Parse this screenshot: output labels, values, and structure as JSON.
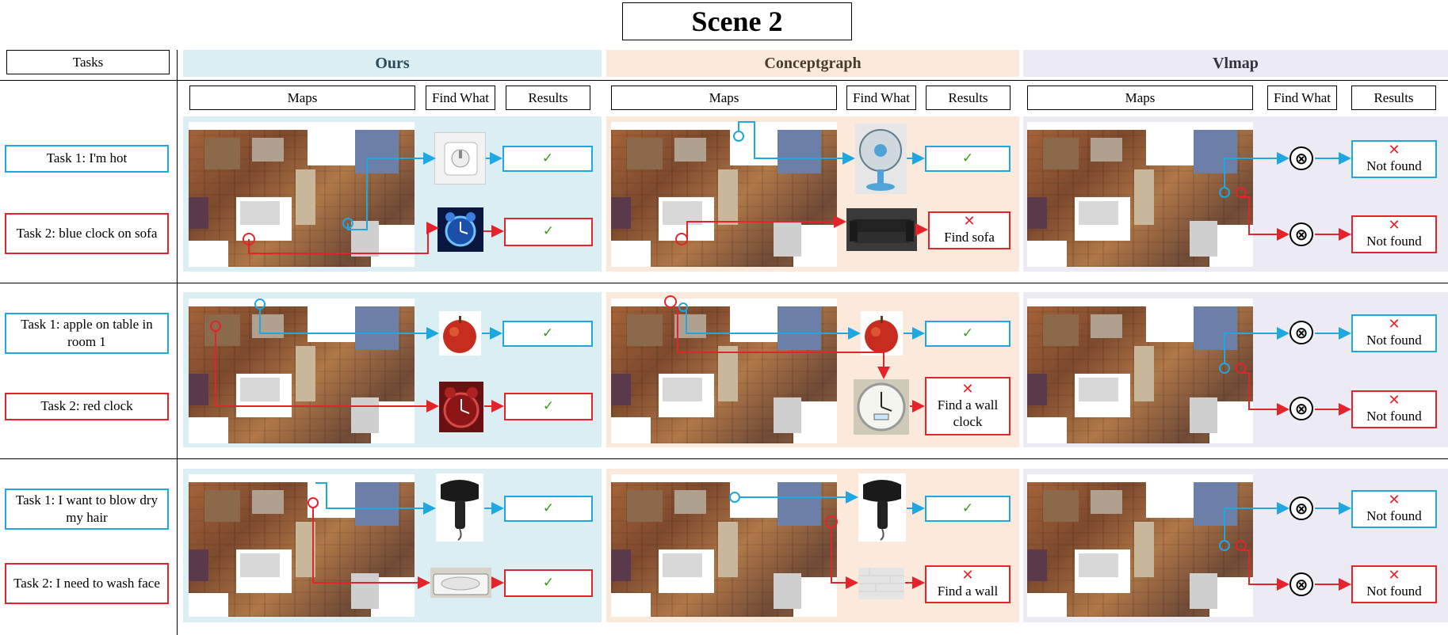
{
  "title": "Scene 2",
  "tasks_header": "Tasks",
  "methods": {
    "ours": "Ours",
    "conceptgraph": "Conceptgraph",
    "vlmap": "Vlmap"
  },
  "column_headers": {
    "maps": "Maps",
    "find_what": "Find What",
    "results": "Results"
  },
  "rows": [
    {
      "task1": "Task 1: I'm hot",
      "task2": "Task 2: blue clock on sofa",
      "ours": {
        "obj1": "fan-switch-icon",
        "obj2": "blue-alarm-clock-icon",
        "res1": "✓",
        "res2": "✓"
      },
      "conceptgraph": {
        "obj1": "desk-fan-icon",
        "obj2": "sofa-icon",
        "res1": "✓",
        "res2_mark": "✕",
        "res2_text": "Find sofa"
      },
      "vlmap": {
        "res1_mark": "✕",
        "res1_text": "Not found",
        "res2_mark": "✕",
        "res2_text": "Not found"
      }
    },
    {
      "task1": "Task 1: apple on table in room 1",
      "task2": "Task 2: red clock",
      "ours": {
        "obj1": "apple-icon",
        "obj2": "red-alarm-clock-icon",
        "res1": "✓",
        "res2": "✓"
      },
      "conceptgraph": {
        "obj1": "apple-icon",
        "obj2": "wall-clock-icon",
        "res1": "✓",
        "res2_mark": "✕",
        "res2_text": "Find a wall clock"
      },
      "vlmap": {
        "res1_mark": "✕",
        "res1_text": "Not found",
        "res2_mark": "✕",
        "res2_text": "Not found"
      }
    },
    {
      "task1": "Task 1: I want to blow dry my hair",
      "task2": "Task 2:  I need to wash face",
      "ours": {
        "obj1": "hair-dryer-icon",
        "obj2": "sink-icon",
        "res1": "✓",
        "res2": "✓"
      },
      "conceptgraph": {
        "obj1": "hair-dryer-icon",
        "obj2": "wall-icon",
        "res1": "✓",
        "res2_mark": "✕",
        "res2_text": "Find a wall"
      },
      "vlmap": {
        "res1_mark": "✕",
        "res1_text": "Not found",
        "res2_mark": "✕",
        "res2_text": "Not found"
      }
    }
  ],
  "fail_symbol": "⊗",
  "colors": {
    "task1": "#1ea7e0",
    "task2": "#e5232b",
    "ours_bg": "#dbeef3",
    "conceptgraph_bg": "#fbeadc",
    "vlmap_bg": "#eceaf2",
    "success": "#3c9a1e"
  }
}
